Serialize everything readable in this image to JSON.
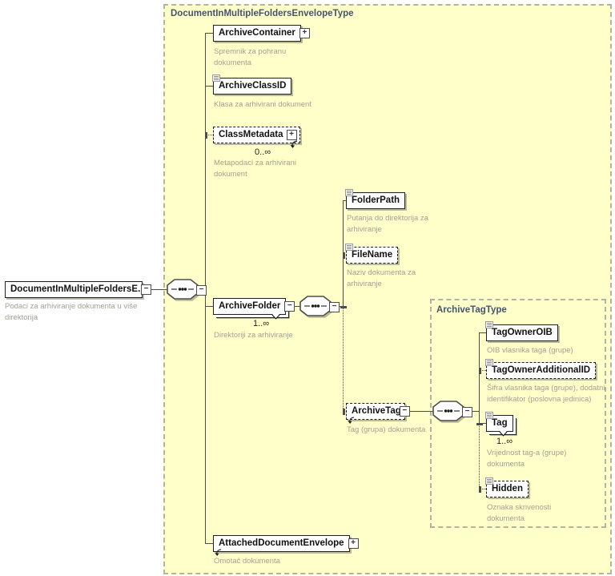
{
  "diagram": {
    "envelope": {
      "title": "DocumentInMultipleFoldersEnvelopeType"
    },
    "tag_type": {
      "title": "ArchiveTagType"
    },
    "root": {
      "label": "DocumentInMultipleFoldersE...",
      "desc": "Podaci za arhiviranje dokumenta u više direktorija"
    },
    "archive_container": {
      "label": "ArchiveContainer",
      "desc": "Spremnik za pohranu dokumenta"
    },
    "archive_class_id": {
      "label": "ArchiveClassID",
      "desc": "Klasa za arhivirani dokument"
    },
    "class_metadata": {
      "label": "ClassMetadata",
      "desc": "Metapodaci za arhivirani dokument",
      "occurs": "0..∞"
    },
    "archive_folder": {
      "label": "ArchiveFolder",
      "desc": "Direktoriji za arhiviranje",
      "occurs": "1..∞"
    },
    "folder_path": {
      "label": "FolderPath",
      "desc": "Putanja do direktorija za arhiviranje"
    },
    "file_name": {
      "label": "FileName",
      "desc": "Naziv dokumenta za arhiviranje"
    },
    "archive_tag": {
      "label": "ArchiveTag",
      "desc": "Tag (grupa) dokumenta"
    },
    "tag_owner_oib": {
      "label": "TagOwnerOIB",
      "desc": "OIB vlasnika taga (grupe)"
    },
    "tag_owner_additional_id": {
      "label": "TagOwnerAdditionalID",
      "desc": "Šifra vlasnika taga (grupe), dodatni identifikator (poslovna jedinica)"
    },
    "tag": {
      "label": "Tag",
      "desc": "Vrijednost tag-a (grupe) dokumenta",
      "occurs": "1..∞"
    },
    "hidden": {
      "label": "Hidden",
      "desc": "Oznaka skrivenosti dokumenta"
    },
    "attached_document_envelope": {
      "label": "AttachedDocumentEnvelope",
      "desc": "Omotač dokumenta"
    }
  },
  "icons": {
    "expand": "+",
    "collapse": "−"
  },
  "colors": {
    "canvas": "#ffffca",
    "title": "#44546a",
    "description": "#a3a193",
    "line": "#4d4d4d"
  }
}
